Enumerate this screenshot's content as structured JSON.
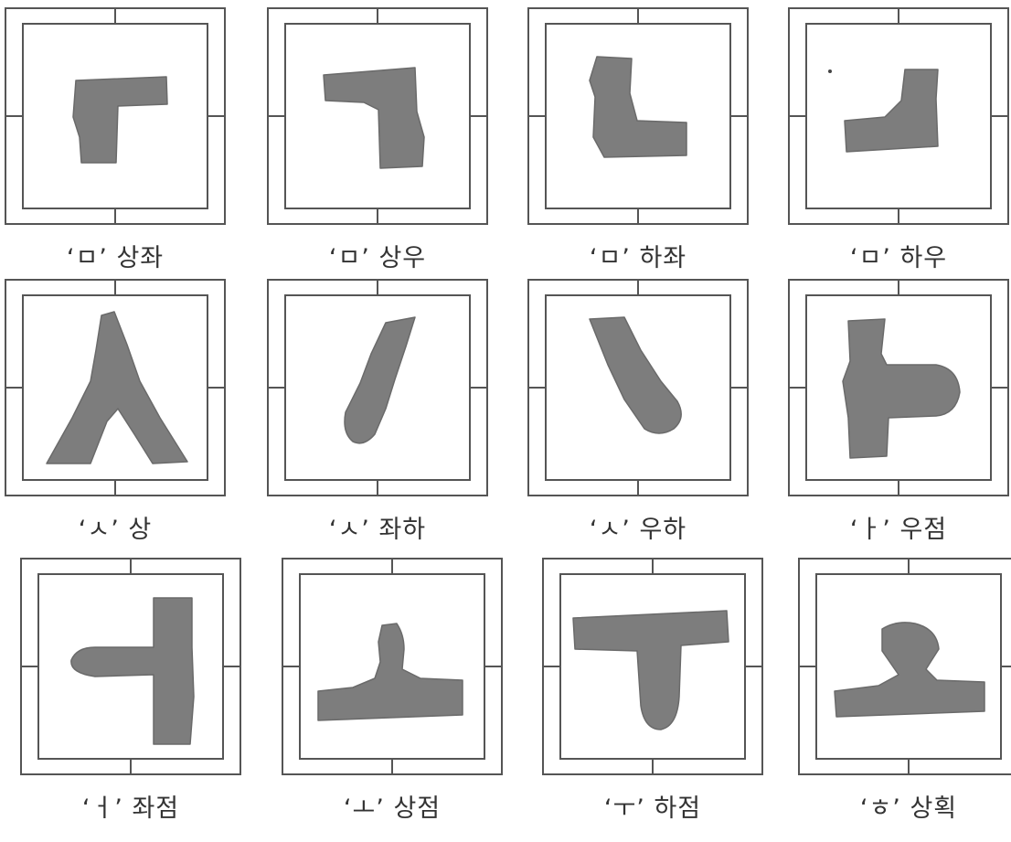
{
  "figure": {
    "captions": [
      "‘ㅁ’ 상좌",
      "‘ㅁ’ 상우",
      "‘ㅁ’ 하좌",
      "‘ㅁ’ 하우",
      "‘ㅅ’ 상",
      "‘ㅅ’ 좌하",
      "‘ㅅ’ 우하",
      "‘ㅏ’ 우점",
      "‘ㅓ’ 좌점",
      "‘ㅗ’ 상점",
      "‘ㅜ’ 하점",
      "‘ㅎ’ 상획"
    ]
  },
  "colors": {
    "frame": "#555555",
    "stroke_fill": "#7d7d7d",
    "caption": "#333333"
  }
}
